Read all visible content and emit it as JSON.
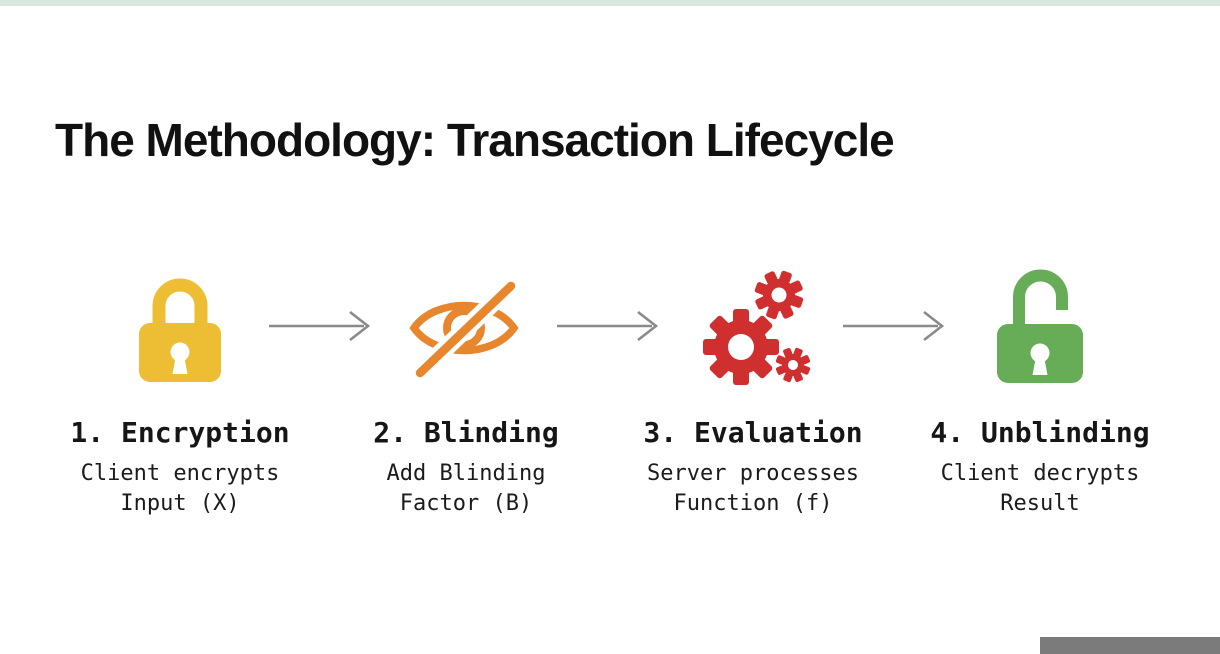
{
  "page": {
    "title": "The Methodology: Transaction Lifecycle"
  },
  "colors": {
    "top_strip": "#d9e7de",
    "title_text": "#111111",
    "step_label_text": "#161616",
    "step_desc_text": "#1b1b1b",
    "arrow": "#8a8a8a",
    "encryption_yellow": "#edbd33",
    "blinding_orange": "#e8862e",
    "evaluation_red": "#d02f2f",
    "unblinding_green": "#67ac57",
    "footer_bar": "#7b7b7b"
  },
  "flow": {
    "arrow_icon": "arrow-right"
  },
  "steps": [
    {
      "icon": "lock-closed-icon",
      "label": "1. Encryption",
      "desc_line1": "Client encrypts",
      "desc_line2": "Input (X)"
    },
    {
      "icon": "eye-off-icon",
      "label": "2. Blinding",
      "desc_line1": "Add Blinding",
      "desc_line2": "Factor (B)"
    },
    {
      "icon": "gears-icon",
      "label": "3. Evaluation",
      "desc_line1": "Server processes",
      "desc_line2": "Function (f)"
    },
    {
      "icon": "lock-open-icon",
      "label": "4. Unblinding",
      "desc_line1": "Client decrypts",
      "desc_line2": "Result"
    }
  ]
}
